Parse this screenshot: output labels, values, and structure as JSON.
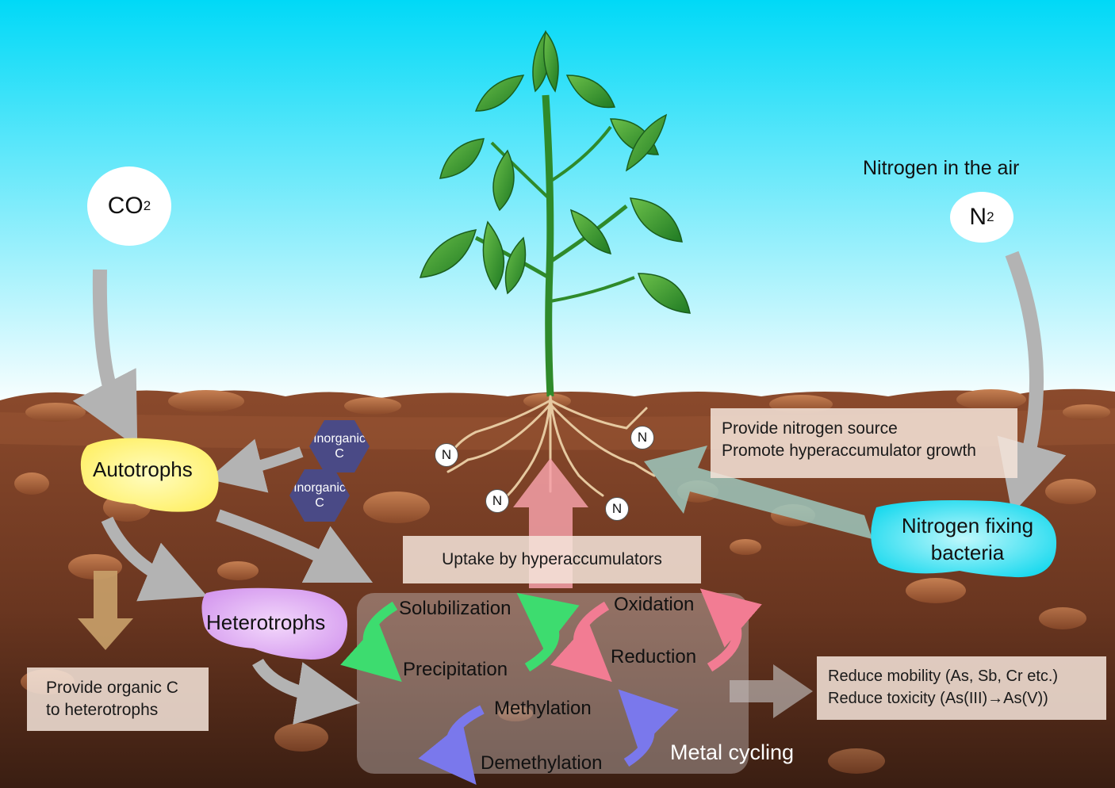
{
  "colors": {
    "sky_top": "#00d9f7",
    "sky_bottom": "#ffffff",
    "soil_top": "#8b4a2c",
    "soil_bottom": "#3a1e12",
    "autotrophs": "#fff38a",
    "heterotrophs": "#dea4f2",
    "nitrogen_bacteria": "#2ee0f0",
    "inorganic_c": "#4a4a86",
    "gray_arrow": "#b3b3b3",
    "pink_arrow": "#f5a0a8",
    "green_arrow": "#9cc7bd",
    "tan_arrow": "#c9a16a",
    "cycle_green": "#3ddc6f",
    "cycle_pink": "#f27c93",
    "cycle_blue": "#7a78ec",
    "plant_leaf": "#3b9a32"
  },
  "left": {
    "co2_main": "CO",
    "co2_sub": "2",
    "autotrophs": "Autotrophs",
    "heterotrophs": "Heterotrophs",
    "organic_note_lines": [
      "Provide organic C",
      "to heterotrophs"
    ]
  },
  "inorganic_c": [
    {
      "line1": "Inorganic",
      "line2": "C"
    },
    {
      "line1": "Inorganic",
      "line2": "C"
    }
  ],
  "right": {
    "air_label": "Nitrogen in the air",
    "n2_main": "N",
    "n2_sub": "2",
    "nitrogen_note_lines": [
      "Provide nitrogen source",
      "Promote hyperaccumulator growth"
    ],
    "bacteria_lines": [
      "Nitrogen fixing",
      "bacteria"
    ],
    "reduce_note_lines": [
      "Reduce mobility (As, Sb, Cr etc.)",
      "Reduce toxicity (As(III)→As(V))"
    ]
  },
  "root_nodes": [
    "N",
    "N",
    "N",
    "N"
  ],
  "uptake_label": "Uptake by hyperaccumulators",
  "metal_cycling": {
    "title": "Metal cycling",
    "solubilization": "Solubilization",
    "precipitation": "Precipitation",
    "oxidation": "Oxidation",
    "reduction": "Reduction",
    "methylation": "Methylation",
    "demethylation": "Demethylation"
  }
}
